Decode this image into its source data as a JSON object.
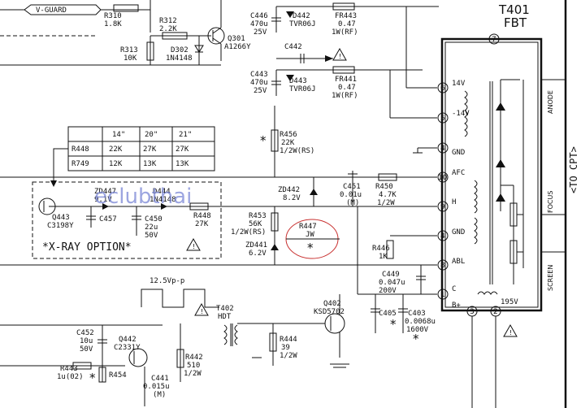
{
  "header": {
    "transformer_ref": "T401",
    "transformer_name": "FBT",
    "v_guard": "V-GUARD"
  },
  "side_labels": {
    "anode": "ANODE",
    "focus": "FOCUS",
    "screen": "SCREEN",
    "to_cpt": "<TO CPT>"
  },
  "xray": {
    "title": "*X-RAY OPTION*"
  },
  "table": {
    "headers": [
      "",
      "14\"",
      "20\"",
      "21\""
    ],
    "rows": [
      [
        "R448",
        "22K",
        "27K",
        "27K"
      ],
      [
        "R749",
        "12K",
        "13K",
        "13K"
      ]
    ]
  },
  "components": {
    "r310": {
      "ref": "R310",
      "val": "1.8K"
    },
    "r312": {
      "ref": "R312",
      "val": "2.2K"
    },
    "q301": {
      "ref": "Q301",
      "val": "A1266Y"
    },
    "r313": {
      "ref": "R313",
      "val": "10K"
    },
    "d302": {
      "ref": "D302",
      "val": "1N4148"
    },
    "c446": {
      "ref": "C446",
      "val1": "470u",
      "val2": "25V"
    },
    "d442": {
      "ref": "D442",
      "val": "TVR06J"
    },
    "fr443": {
      "ref": "FR443",
      "val1": "0.47",
      "val2": "1W(RF)"
    },
    "c442": {
      "ref": "C442"
    },
    "c443": {
      "ref": "C443",
      "val1": "470u",
      "val2": "25V"
    },
    "d443": {
      "ref": "D443",
      "val": "TVR06J"
    },
    "fr441": {
      "ref": "FR441",
      "val1": "0.47",
      "val2": "1W(RF)"
    },
    "r456": {
      "ref": "R456",
      "val1": "22K",
      "val2": "1/2W(RS)"
    },
    "zd442": {
      "ref": "ZD442",
      "val": "8.2V"
    },
    "c451": {
      "ref": "C451",
      "val1": "0.01u",
      "val2": "(M)"
    },
    "r450": {
      "ref": "R450",
      "val1": "4.7K",
      "val2": "1/2W"
    },
    "zd447": {
      "ref": "ZD447",
      "val": "9.1V"
    },
    "d444": {
      "ref": "D444",
      "val": "1N4148"
    },
    "q443": {
      "ref": "Q443",
      "val": "C3198Y"
    },
    "c457": {
      "ref": "C457"
    },
    "c450": {
      "ref": "C450",
      "val1": "22u",
      "val2": "50V"
    },
    "r448": {
      "ref": "R448",
      "val": "27K"
    },
    "r453": {
      "ref": "R453",
      "val1": "56K",
      "val2": "1/2W(RS)"
    },
    "zd441": {
      "ref": "ZD441",
      "val": "6.2V"
    },
    "r447": {
      "ref": "R447",
      "val": "JW"
    },
    "r446": {
      "ref": "R446",
      "val": "1K"
    },
    "c449": {
      "ref": "C449",
      "val1": "0.047u",
      "val2": "200V"
    },
    "q402": {
      "ref": "Q402",
      "val": "KSD5702"
    },
    "c405": {
      "ref": "C405"
    },
    "c403": {
      "ref": "C403",
      "val1": "0.0068u",
      "val2": "1600V"
    },
    "t402": {
      "ref": "T402",
      "val": "HDT"
    },
    "c452": {
      "ref": "C452",
      "val1": "10u",
      "val2": "50V"
    },
    "q442": {
      "ref": "Q442",
      "val": "C2331Y"
    },
    "r443": {
      "ref": "R443",
      "val": "1u(02)"
    },
    "r454": {
      "ref": "R454"
    },
    "r442": {
      "ref": "R442",
      "val1": "510",
      "val2": "1/2W"
    },
    "c441": {
      "ref": "C441",
      "val1": "0.015u",
      "val2": "(M)"
    },
    "r444": {
      "ref": "R444",
      "val1": "39",
      "val2": "1/2W"
    },
    "waveform": {
      "label": "12.5Vp-p"
    },
    "v195": {
      "label": "195V"
    }
  },
  "fbt_pins": {
    "p7": "7",
    "p6": "6",
    "p5": "5",
    "p4": "4",
    "p10": "10",
    "p9": "9",
    "p8": "8",
    "p1": "1",
    "p3": "3",
    "p2": "2",
    "v14": "14V",
    "vn14": "-14V",
    "gnd1": "GND",
    "afc": "AFC",
    "h": "H",
    "gnd2": "GND",
    "abl": "ABL",
    "c": "C",
    "bplus": "B+"
  },
  "watermark": "eclubthai"
}
